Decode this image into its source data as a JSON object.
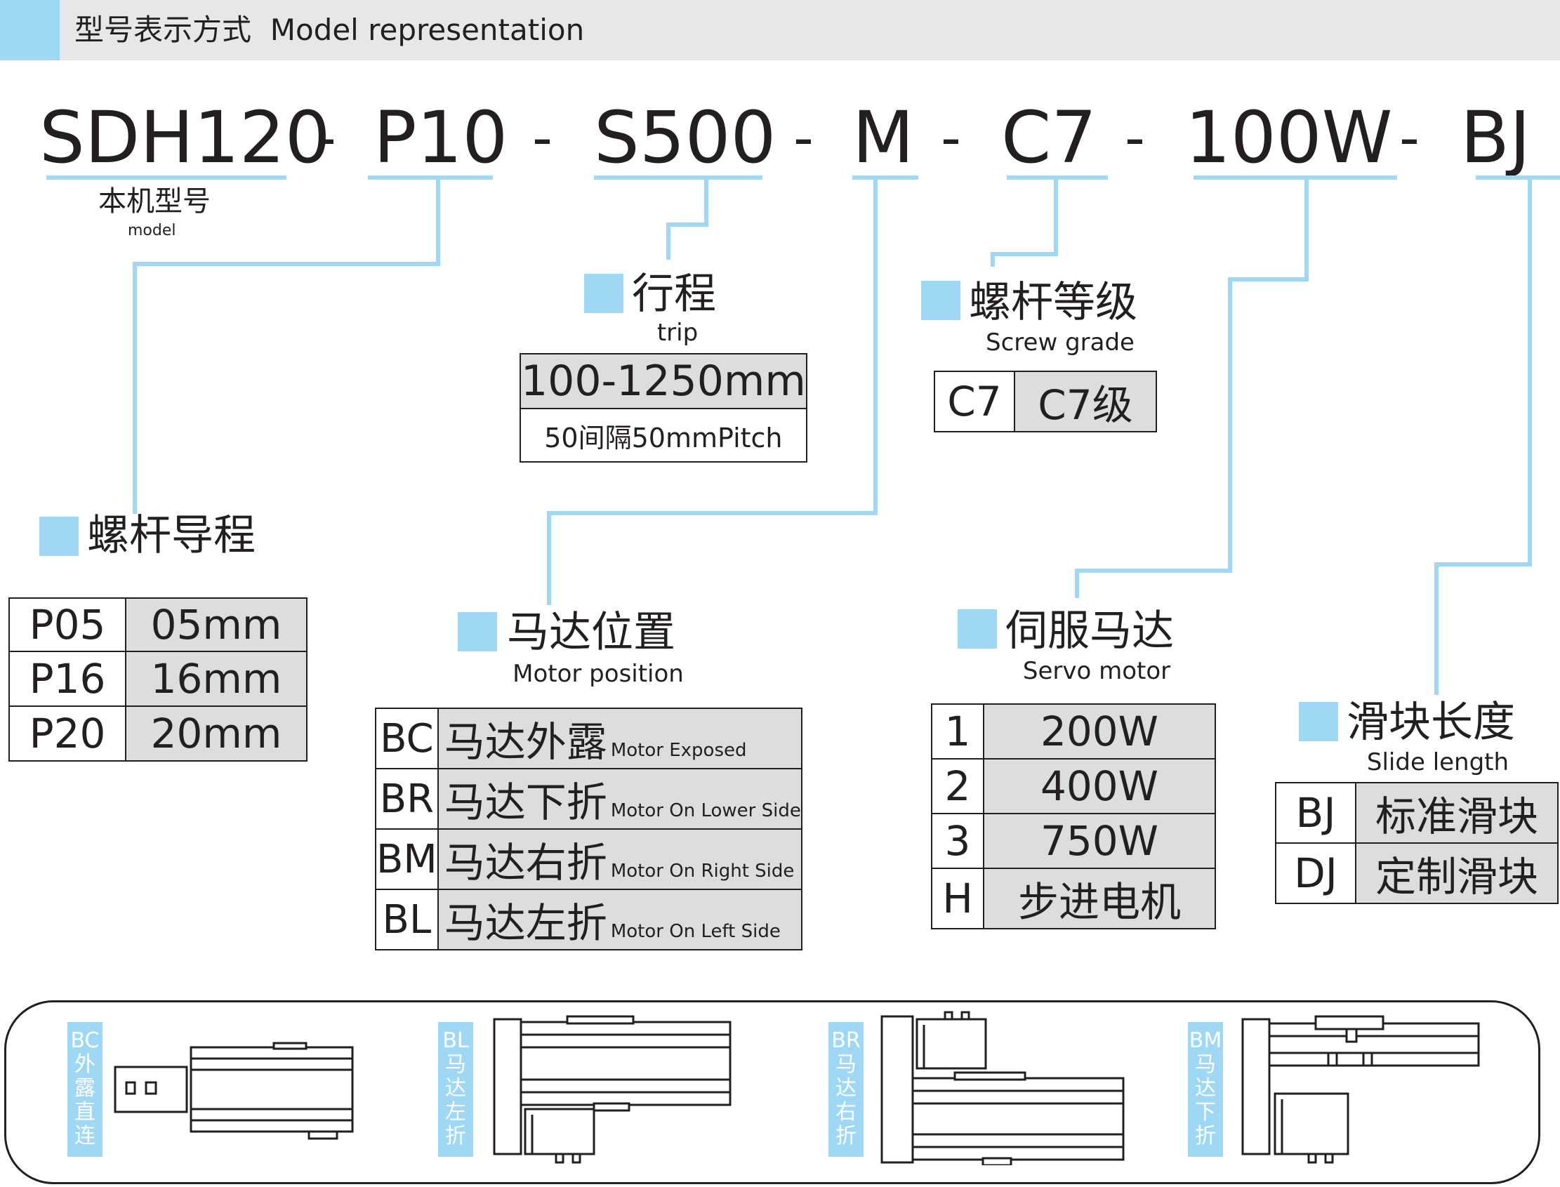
{
  "header": {
    "title_cn": "型号表示方式",
    "title_en": "Model representation"
  },
  "code": {
    "parts": [
      "SDH120",
      "P10",
      "S500",
      "M",
      "C7",
      "100W",
      "BJ"
    ],
    "separator": "-"
  },
  "model": {
    "cn": "本机型号",
    "en": "model"
  },
  "trip": {
    "cn": "行程",
    "en": "trip",
    "range": "100-1250mm",
    "pitch": "50间隔50mmPitch"
  },
  "screw_grade": {
    "cn": "螺杆等级",
    "en": "Screw grade",
    "rows": [
      {
        "code": "C7",
        "value": "C7级"
      }
    ]
  },
  "screw_lead": {
    "cn": "螺杆导程",
    "rows": [
      {
        "code": "P05",
        "value": "05mm"
      },
      {
        "code": "P16",
        "value": "16mm"
      },
      {
        "code": "P20",
        "value": "20mm"
      }
    ]
  },
  "motor_position": {
    "cn": "马达位置",
    "en": "Motor position",
    "rows": [
      {
        "code": "BC",
        "cn": "马达外露",
        "en": "Motor Exposed"
      },
      {
        "code": "BR",
        "cn": "马达下折",
        "en": "Motor On Lower Side"
      },
      {
        "code": "BM",
        "cn": "马达右折",
        "en": "Motor On Right Side"
      },
      {
        "code": "BL",
        "cn": "马达左折",
        "en": "Motor On Left Side"
      }
    ]
  },
  "servo_motor": {
    "cn": "伺服马达",
    "en": "Servo motor",
    "rows": [
      {
        "code": "1",
        "value": "200W"
      },
      {
        "code": "2",
        "value": "400W"
      },
      {
        "code": "3",
        "value": "750W"
      },
      {
        "code": "H",
        "value": "步进电机"
      }
    ]
  },
  "slide_length": {
    "cn": "滑块长度",
    "en": "Slide length",
    "rows": [
      {
        "code": "BJ",
        "value": "标准滑块"
      },
      {
        "code": "DJ",
        "value": "定制滑块"
      }
    ]
  },
  "pictures": [
    {
      "code": "BC",
      "chars": [
        "外",
        "露",
        "直",
        "连"
      ]
    },
    {
      "code": "BL",
      "chars": [
        "马",
        "达",
        "左",
        "折"
      ]
    },
    {
      "code": "BR",
      "chars": [
        "马",
        "达",
        "右",
        "折"
      ]
    },
    {
      "code": "BM",
      "chars": [
        "马",
        "达",
        "下",
        "折"
      ]
    }
  ],
  "colors": {
    "accent": "#9ed8f5",
    "header_bg": "#e6e7e8",
    "cell_bg": "#dcdddd",
    "text": "#231f20"
  }
}
